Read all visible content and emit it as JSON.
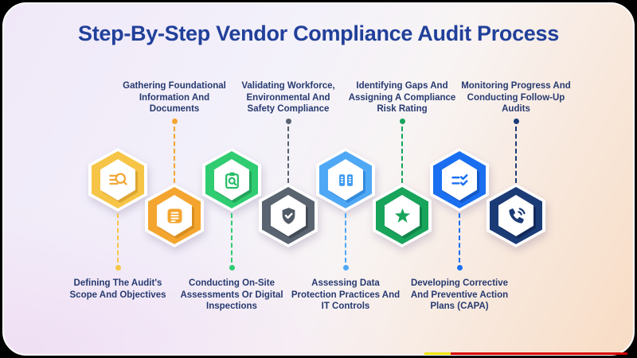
{
  "title": {
    "text": "Step-By-Step Vendor Compliance Audit Process",
    "color": "#21409A"
  },
  "theme": {
    "outer_background": "#000000",
    "card_border": "#FFFFFF",
    "label_color": "#273A70",
    "bg_gradient": [
      "#F0E8F8",
      "#F3F1FA",
      "#F8F4F4",
      "#F8DCC4"
    ]
  },
  "bottom_strip": {
    "yellow": "#F0E400",
    "red": "#D60000"
  },
  "steps": [
    {
      "label": "Defining The Audit's Scope And Objectives",
      "label_lines": [
        "Defining The Audit's",
        "Scope And Objectives"
      ],
      "label_position": "bottom",
      "icon": "list-search-icon",
      "color": "#F6C547",
      "icon_color": "#F2A636",
      "shadow": "#DCA431"
    },
    {
      "label": "Gathering Foundational Information And Documents",
      "label_lines": [
        "Gathering Foundational",
        "Information And",
        "Documents"
      ],
      "label_position": "top",
      "icon": "document-icon",
      "color": "#F4A52F",
      "icon_color": "#F4A52F",
      "shadow": "#D88E1E"
    },
    {
      "label": "Conducting On-Site Assessments Or Digital Inspections",
      "label_lines": [
        "Conducting On-Site",
        "Assessments Or Digital",
        "Inspections"
      ],
      "label_position": "bottom",
      "icon": "clipboard-search-icon",
      "color": "#2FCC71",
      "icon_color": "#29BD68",
      "shadow": "#22A55B"
    },
    {
      "label": "Validating Workforce, Environmental And Safety Compliance",
      "label_lines": [
        "Validating Workforce,",
        "Environmental And",
        "Safety Compliance"
      ],
      "label_position": "top",
      "icon": "shield-check-icon",
      "color": "#5A6370",
      "icon_color": "#515A67",
      "shadow": "#434B57"
    },
    {
      "label": "Assessing Data Protection Practices And IT Controls",
      "label_lines": [
        "Assessing Data",
        "Protection Practices And",
        "IT Controls"
      ],
      "label_position": "bottom",
      "icon": "server-icon",
      "color": "#4FA8F5",
      "icon_color": "#3E9BF0",
      "shadow": "#328BDE"
    },
    {
      "label": "Identifying Gaps And Assigning A Compliance Risk Rating",
      "label_lines": [
        "Identifying Gaps And",
        "Assigning A Compliance",
        "Risk Rating"
      ],
      "label_position": "top",
      "icon": "star-icon",
      "color": "#18A45B",
      "icon_color": "#18A45B",
      "shadow": "#0F864A"
    },
    {
      "label": "Developing Corrective And Preventive Action Plans (CAPA)",
      "label_lines": [
        "Developing Corrective",
        "And Preventive Action",
        "Plans (CAPA)"
      ],
      "label_position": "bottom",
      "icon": "checklist-icon",
      "color": "#1A6FF0",
      "icon_color": "#1A6FF0",
      "shadow": "#1458C6"
    },
    {
      "label": "Monitoring Progress And Conducting Follow-Up Audits",
      "label_lines": [
        "Monitoring Progress And",
        "Conducting Follow-Up",
        "Audits"
      ],
      "label_position": "top",
      "icon": "phone-call-icon",
      "color": "#1B3B76",
      "icon_color": "#1B3B76",
      "shadow": "#12295A"
    }
  ]
}
